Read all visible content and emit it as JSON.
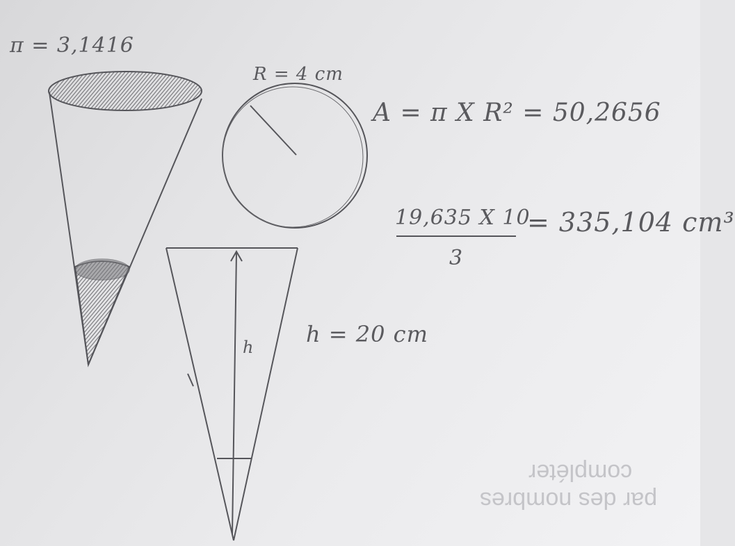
{
  "notes": {
    "pi_value": "π = 3,1416",
    "radius_label": "R = 4 cm",
    "area_formula": "A = π X R² = 50,2656",
    "volume_numerator": "19,635 X 10",
    "volume_denominator": "3",
    "volume_result": "= 335,104 cm³",
    "height_label": "h = 20 cm",
    "height_marker": "h"
  },
  "bleed_through": {
    "line_1": "compléter",
    "line_2": "par des nombres"
  },
  "colors": {
    "paper": "#ececee",
    "pencil": "#5a5a5e",
    "shading": "#6e6e72"
  }
}
